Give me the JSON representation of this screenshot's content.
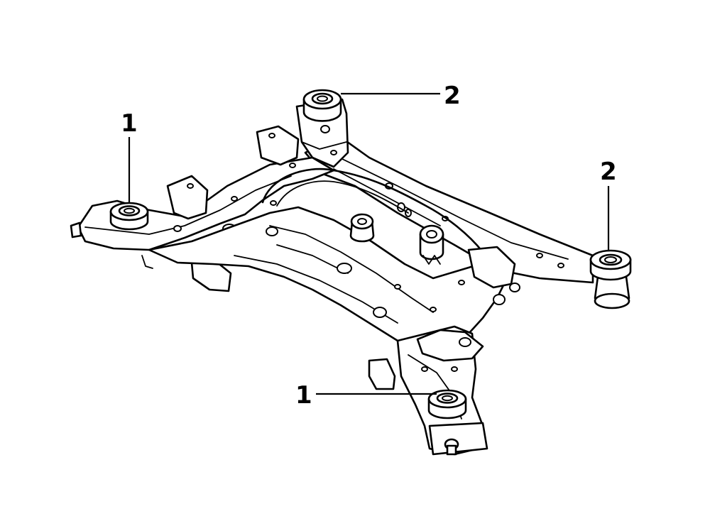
{
  "diagram": {
    "callouts": [
      {
        "id": "callout-1-left",
        "label": "1"
      },
      {
        "id": "callout-2-top",
        "label": "2"
      },
      {
        "id": "callout-2-right",
        "label": "2"
      },
      {
        "id": "callout-1-bottom",
        "label": "1"
      }
    ]
  }
}
